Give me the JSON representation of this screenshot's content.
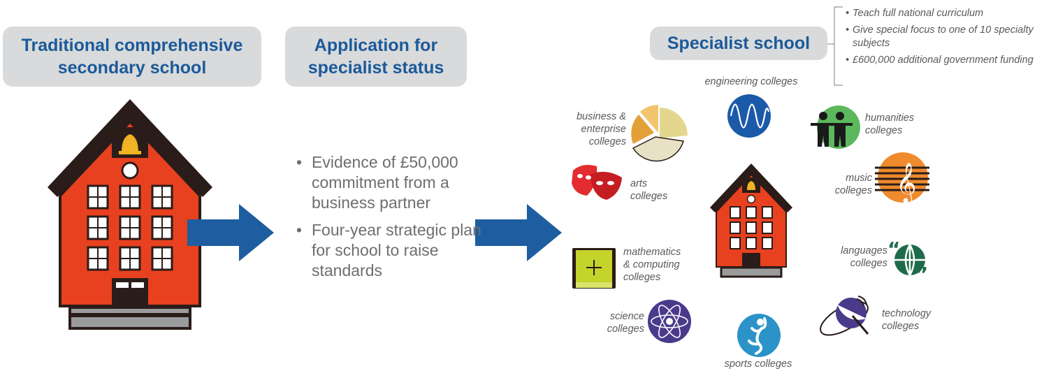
{
  "headers": {
    "traditional": "Traditional comprehensive secondary school",
    "application": "Application for specialist status",
    "specialist": "Specialist school"
  },
  "requirements": [
    "Evidence of £50,000 commitment from a business partner",
    "Four-year strategic plan for school to raise standards"
  ],
  "specialist_notes": [
    "Teach full national curriculum",
    "Give special focus to one of 10 specialty subjects",
    "£600,000 additional government funding"
  ],
  "colleges": {
    "engineering": "engineering colleges",
    "business": "business &\nenterprise\ncolleges",
    "humanities": "humanities\ncolleges",
    "music": "music\ncolleges",
    "arts": "arts\ncolleges",
    "mathematics": "mathematics\n& computing\ncolleges",
    "languages": "languages\ncolleges",
    "science": "science\ncolleges",
    "technology": "technology\ncolleges",
    "sports": "sports colleges"
  },
  "icons": {
    "school": "school-building-icon",
    "arrow": "right-arrow-icon",
    "engineering": "sine-wave-icon",
    "business": "pie-chart-icon",
    "humanities": "people-icon",
    "music": "treble-clef-icon",
    "arts": "theatre-mask-icon",
    "mathematics": "plus-key-icon",
    "languages": "speech-globe-icon",
    "science": "atom-icon",
    "technology": "satellite-dish-icon",
    "sports": "athlete-icon"
  },
  "colors": {
    "header_bg": "#d9dadb",
    "header_text": "#1b5a9a",
    "arrow": "#1e5d9f",
    "school_red": "#e8411f",
    "roof_dark": "#2a1c18",
    "bell": "#f0b323"
  }
}
